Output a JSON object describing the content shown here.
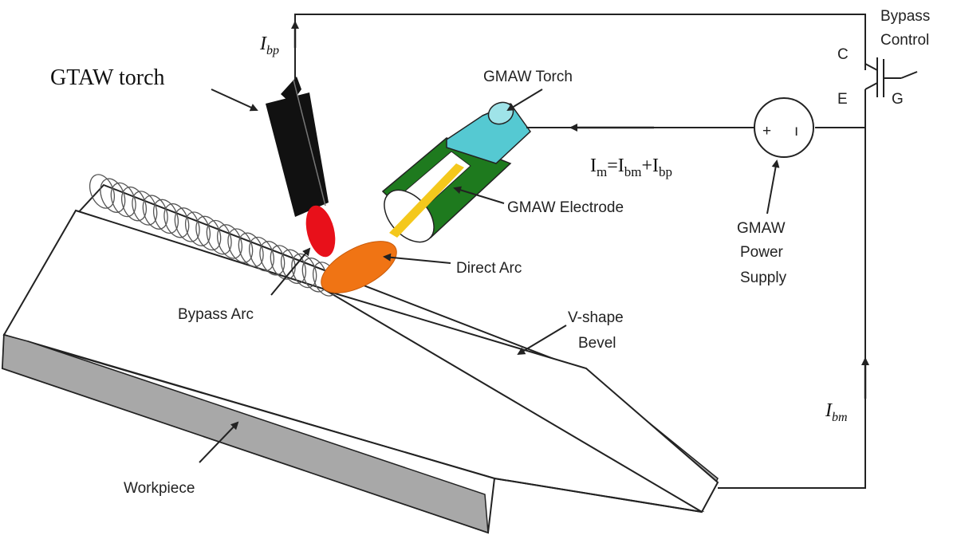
{
  "labels": {
    "gtaw_torch": "GTAW torch",
    "gmaw_torch": "GMAW Torch",
    "gmaw_electrode": "GMAW Electrode",
    "direct_arc": "Direct Arc",
    "bypass_arc": "Bypass Arc",
    "v_shape": "V-shape",
    "bevel": "Bevel",
    "workpiece": "Workpiece",
    "power_supply_line1": "GMAW",
    "power_supply_line2": "Power",
    "power_supply_line3": "Supply",
    "bypass_line1": "Bypass",
    "bypass_line2": "Control",
    "terminal_c": "C",
    "terminal_e": "E",
    "terminal_g": "G",
    "plus_sign": "+",
    "minus_sign": "ı"
  },
  "currents": {
    "i_bp_base": "I",
    "i_bp_sub": "bp",
    "i_bm_base": "I",
    "i_bm_sub": "bm",
    "equation": {
      "i": "I",
      "m": "m",
      "eq": "=I",
      "bm": "bm",
      "plus": "+I",
      "bp": "bp"
    }
  },
  "colors": {
    "line": "#222222",
    "gtaw_body": "#111111",
    "gtaw_tip": "#e8101a",
    "gmaw_nozzle": "#55c9d2",
    "gmaw_body": "#1e7a1e",
    "electrode_wire": "#f4c81c",
    "arc": "#f07414",
    "bevel_shadow": "#a8a8a8"
  }
}
